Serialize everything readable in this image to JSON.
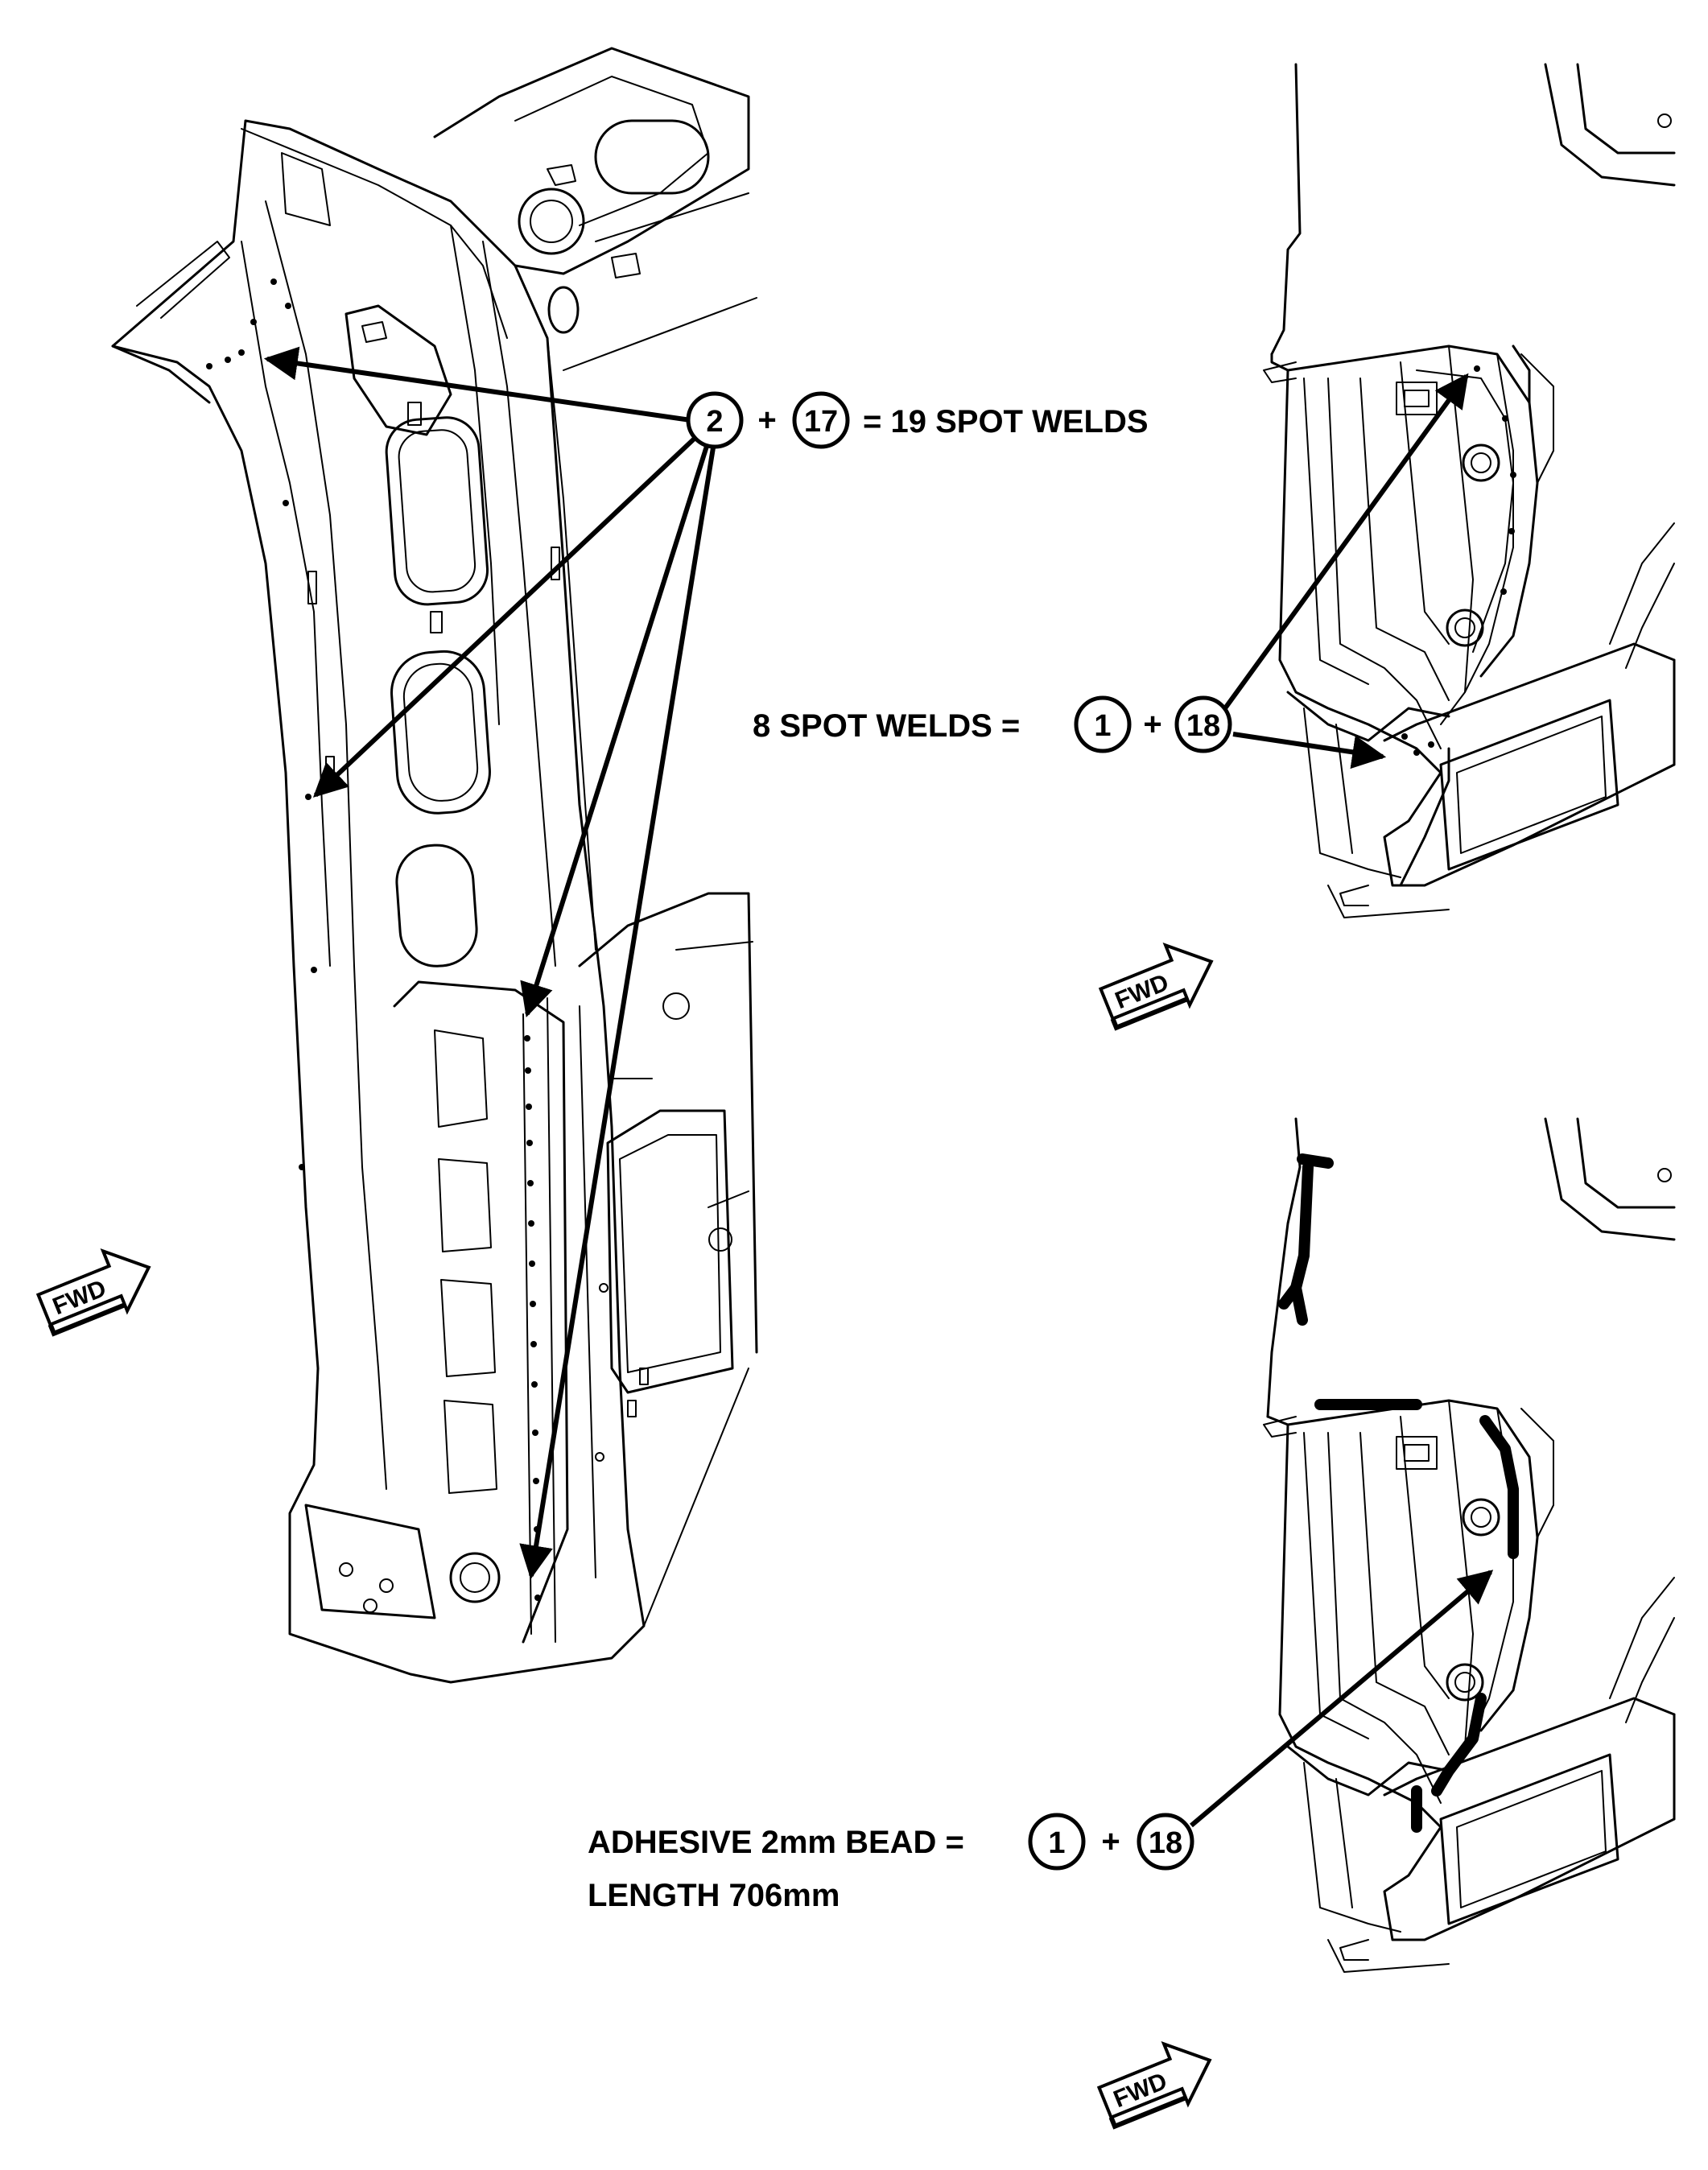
{
  "callouts": {
    "top": {
      "num_a": "2",
      "plus": "+",
      "num_b": "17",
      "text": "= 19 SPOT WELDS"
    },
    "mid": {
      "text": "8 SPOT WELDS =",
      "num_a": "1",
      "plus": "+",
      "num_b": "18"
    },
    "bottom": {
      "line1": "ADHESIVE 2mm BEAD =",
      "line2": "LENGTH 706mm",
      "num_a": "1",
      "plus": "+",
      "num_b": "18"
    }
  },
  "fwd_label": "FWD",
  "icons": [
    "fwd-arrow-icon",
    "callout-circle-icon"
  ]
}
